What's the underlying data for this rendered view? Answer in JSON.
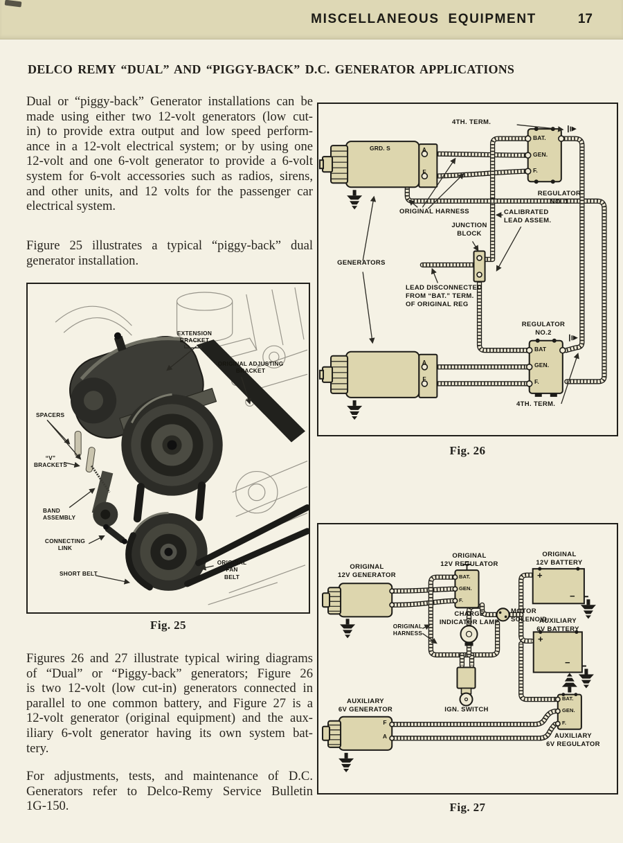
{
  "header": {
    "section_title": "MISCELLANEOUS EQUIPMENT",
    "page_number": "17"
  },
  "article": {
    "title": "DELCO REMY “DUAL” AND “PIGGY-BACK” D.C. GENERATOR APPLICATIONS"
  },
  "paragraphs": {
    "p1": [
      "Dual or “piggy-back” Generator installations can be",
      "made using either two 12-volt generators (low cut-",
      "in) to provide extra output and low speed perform-",
      "ance in a 12-volt electrical system; or by using one",
      "12-volt and one 6-volt generator to provide a 6-volt",
      "system for 6-volt accessories such as radios, sirens,",
      "and other units, and 12 volts for the passenger car",
      "electrical system."
    ],
    "p2": [
      "Figure 25 illustrates a typical “piggy-back” dual",
      "generator installation."
    ],
    "p3": [
      "Figures 26 and 27 illustrate typical wiring diagrams",
      "of “Dual” or “Piggy-back” generators; Figure 26",
      "is two 12-volt (low cut-in) generators connected in",
      "parallel to one common battery, and Figure 27 is a",
      "12-volt generator (original equipment) and the aux-",
      "iliary 6-volt generator having its own system bat-",
      "tery."
    ],
    "p4": [
      "For adjustments, tests, and maintenance of D.C.",
      "Generators refer to Delco-Remy Service Bulletin",
      "1G-150."
    ]
  },
  "fig25": {
    "caption": "Fig. 25",
    "labels": {
      "extension_bracket": [
        "EXTENSION",
        "BRACKET"
      ],
      "original_adjusting_bracket": [
        "ORIGINAL ADJUSTING",
        "BRACKET"
      ],
      "spacers": "SPACERS",
      "v_brackets": [
        "“V”",
        "BRACKETS"
      ],
      "band_assembly": [
        "BAND",
        "ASSEMBLY"
      ],
      "connecting_link": [
        "CONNECTING",
        "LINK"
      ],
      "short_belt": "SHORT BELT",
      "original_fan_belt": [
        "ORIGINAL",
        "FAN",
        "BELT"
      ]
    }
  },
  "fig26": {
    "caption": "Fig. 26",
    "labels": {
      "fourth_term_top": "4TH. TERM.",
      "grd_s": "GRD. S",
      "gen1_a": "A",
      "gen1_f": "F",
      "reg1_bat": "BAT.",
      "reg1_gen": "GEN.",
      "reg1_f": "F.",
      "regulator_no1": [
        "REGULATOR",
        "NO. 1"
      ],
      "original_harness": "ORIGINAL HARNESS",
      "calibrated_lead": [
        "CALIBRATED",
        "LEAD ASSEM."
      ],
      "junction_block": [
        "JUNCTION",
        "BLOCK"
      ],
      "generators": "GENERATORS",
      "lead_disconnected": [
        "LEAD DISCONNECTED",
        "FROM “BAT.” TERM.",
        "OF ORIGINAL REG"
      ],
      "regulator_no2": [
        "REGULATOR",
        "NO.2"
      ],
      "gen2_a": "A",
      "gen2_f": "F",
      "reg2_bat": "BAT",
      "reg2_gen": "GEN.",
      "reg2_f": "F.",
      "fourth_term_bottom": "4TH. TERM."
    }
  },
  "fig27": {
    "caption": "Fig. 27",
    "labels": {
      "original_12v_generator": [
        "ORIGINAL",
        "12V GENERATOR"
      ],
      "original_12v_regulator": [
        "ORIGINAL",
        "12V REGULATOR"
      ],
      "original_12v_battery": [
        "ORIGINAL",
        "12V BATTERY"
      ],
      "charge_indicator_lamp": [
        "CHARGE",
        "INDICATOR LAMP"
      ],
      "motor_solenoid": [
        "MOTOR",
        "SOLENOID"
      ],
      "original_harness": [
        "ORIGINAL",
        "HARNESS"
      ],
      "auxiliary_6v_battery": [
        "AUXILIARY",
        "6V BATTERY"
      ],
      "ign_switch": "IGN. SWITCH",
      "auxiliary_6v_generator": [
        "AUXILIARY",
        "6V GENERATOR"
      ],
      "auxiliary_6v_regulator": [
        "AUXILIARY",
        "6V REGULATOR"
      ],
      "reg_bat": "BAT.",
      "reg_gen": "GEN.",
      "reg_f": "F.",
      "auxreg_bat": "BAT.",
      "auxreg_gen": "GEN.",
      "auxreg_f": "F.",
      "gen2_f": "F",
      "gen2_a": "A",
      "bat1_plus": "+",
      "bat1_minus": "−",
      "bat2_plus": "+",
      "bat2_minus": "−"
    }
  }
}
